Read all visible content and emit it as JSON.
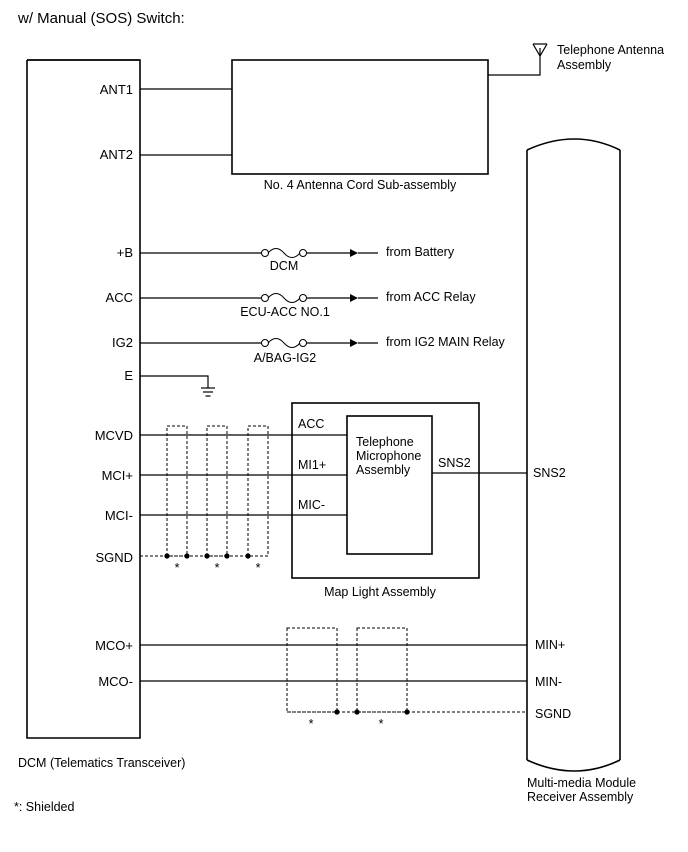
{
  "title": "w/ Manual (SOS) Switch:",
  "dcm": {
    "name": "DCM (Telematics Transceiver)",
    "pins": {
      "ant1": "ANT1",
      "ant2": "ANT2",
      "b": "+B",
      "acc": "ACC",
      "ig2": "IG2",
      "e": "E",
      "mcvd": "MCVD",
      "mci_plus": "MCI+",
      "mci_minus": "MCI-",
      "sgnd": "SGND",
      "mco_plus": "MCO+",
      "mco_minus": "MCO-"
    }
  },
  "antenna_cord": {
    "name": "No. 4 Antenna Cord Sub-assembly"
  },
  "telephone_antenna": {
    "line1": "Telephone Antenna",
    "line2": "Assembly"
  },
  "fuses": [
    {
      "name": "DCM",
      "source": "from Battery"
    },
    {
      "name": "ECU-ACC NO.1",
      "source": "from ACC Relay"
    },
    {
      "name": "A/BAG-IG2",
      "source": "from IG2 MAIN Relay"
    }
  ],
  "map_light": {
    "name": "Map Light Assembly",
    "pins": {
      "acc": "ACC",
      "mi1_plus": "MI1+",
      "mic_minus": "MIC-",
      "sns2": "SNS2"
    },
    "microphone": {
      "line1": "Telephone",
      "line2": "Microphone",
      "line3": "Assembly"
    }
  },
  "receiver": {
    "line1": "Multi-media Module",
    "line2": "Receiver Assembly",
    "pins": {
      "sns2": "SNS2",
      "min_plus": "MIN+",
      "min_minus": "MIN-",
      "sgnd": "SGND"
    }
  },
  "shield_marks": [
    "*",
    "*",
    "*",
    "*",
    "*"
  ],
  "footnote": "*: Shielded"
}
